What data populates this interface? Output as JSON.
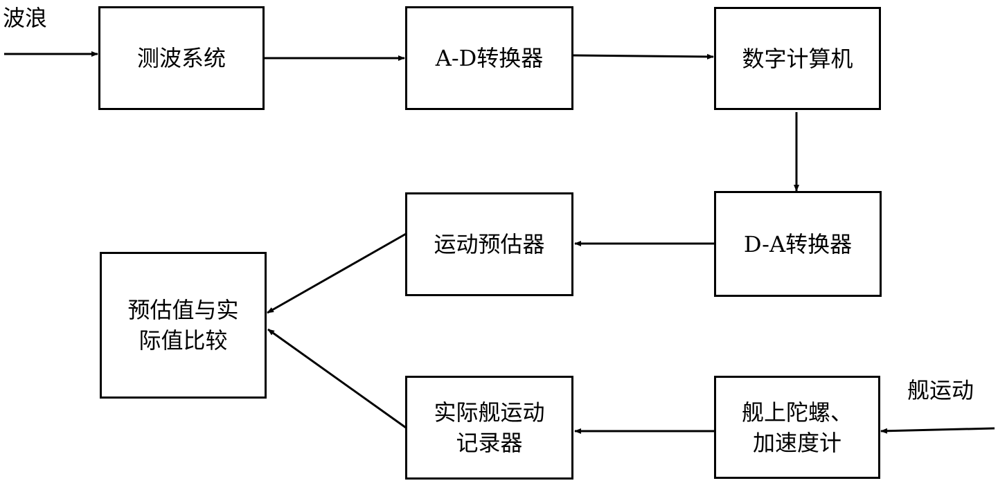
{
  "labels": {
    "wave_input": "波浪",
    "ship_motion_input": "舰运动"
  },
  "boxes": {
    "wave_measuring": {
      "lines": [
        "测波系统"
      ]
    },
    "ad_converter": {
      "lines": [
        "A-D转换器"
      ]
    },
    "digital_computer": {
      "lines": [
        "数字计算机"
      ]
    },
    "da_converter": {
      "lines": [
        "D-A转换器"
      ]
    },
    "motion_estimator": {
      "lines": [
        "运动预估器"
      ]
    },
    "comparison": {
      "lines": [
        "预估值与实",
        "际值比较"
      ]
    },
    "actual_motion_recorder": {
      "lines": [
        "实际舰运动",
        "记录器"
      ]
    },
    "gyro_accelerometer": {
      "lines": [
        "舰上陀螺、",
        "加速度计"
      ]
    }
  }
}
